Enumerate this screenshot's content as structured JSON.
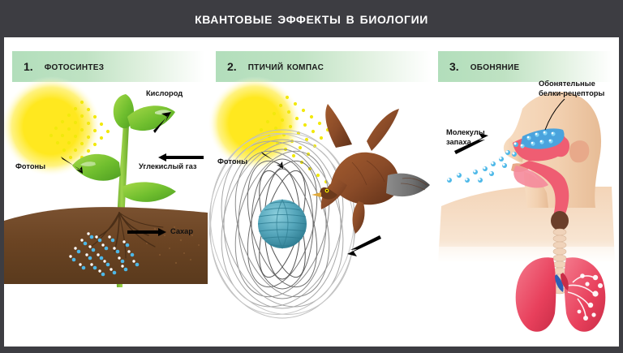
{
  "header": {
    "title": "Квантовые эффекты в биологии",
    "background_color": "#3d3d42",
    "text_color": "#ffffff"
  },
  "theme": {
    "canvas_color": "#ffffff",
    "panel_header_green": "#b2debb",
    "sun_color": "#ffe81f",
    "photon_dot_color": "#f2e90c",
    "leaf_green": "#7ac943",
    "stem_green": "#8cc63f",
    "soil_brown": "#6b4423",
    "molecule_blue": "#4db8e8",
    "bird_brown": "#8a4b28",
    "globe_teal": "#4e9fb5",
    "skin_color": "#f2d0b0",
    "nasal_pink": "#ef5d72",
    "receptor_blue": "#4aa3dd",
    "arrow_color": "#000000"
  },
  "panels": [
    {
      "number": "1.",
      "title": "Фотосинтез",
      "labels": [
        {
          "key": "oxygen",
          "text": "Кислород"
        },
        {
          "key": "photons",
          "text": "Фотоны"
        },
        {
          "key": "co2",
          "text": "Углекислый газ"
        },
        {
          "key": "sugar",
          "text": "Сахар"
        }
      ]
    },
    {
      "number": "2.",
      "title": "Птичий компас",
      "labels": [
        {
          "key": "photons",
          "text": "Фотоны"
        }
      ]
    },
    {
      "number": "3.",
      "title": "Обоняние",
      "labels": [
        {
          "key": "receptors",
          "text1": "Обонятельные",
          "text2": "белки-рецепторы"
        },
        {
          "key": "odor",
          "text1": "Молекулы",
          "text2": "запаха"
        }
      ]
    }
  ]
}
